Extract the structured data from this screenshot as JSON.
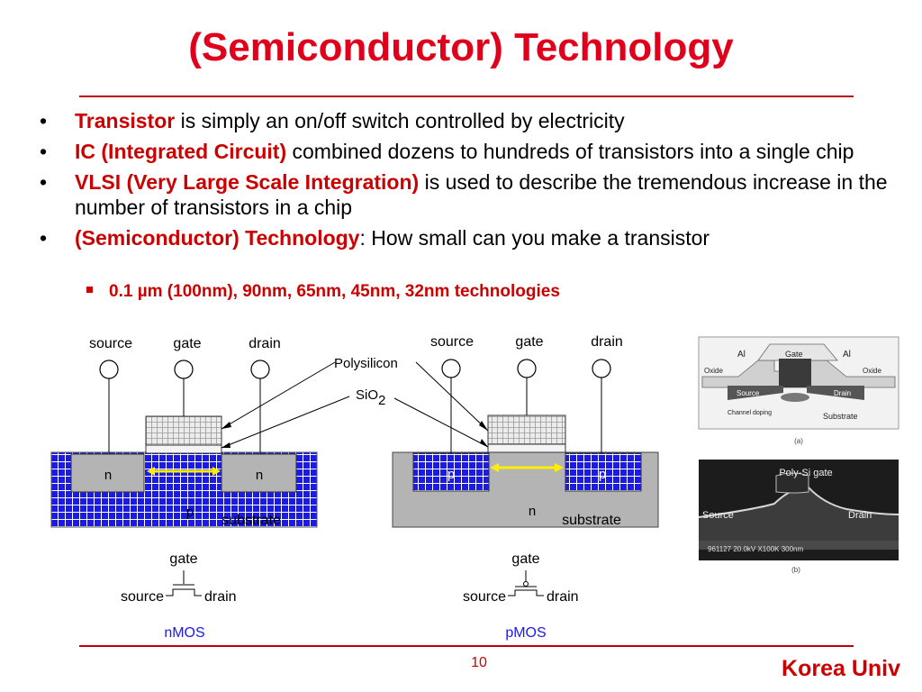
{
  "slide": {
    "title": "(Semiconductor) Technology",
    "page_number": "10",
    "brand": "Korea Univ"
  },
  "bullets": [
    {
      "highlight": "Transistor",
      "rest": " is simply an on/off switch controlled by electricity"
    },
    {
      "highlight": "IC (Integrated Circuit)",
      "rest": " combined dozens to hundreds of transistors into a single chip"
    },
    {
      "highlight": "VLSI (Very Large Scale Integration)",
      "rest": " is used to describe the tremendous increase in the number of transistors in a chip"
    },
    {
      "highlight": "(Semiconductor) Technology",
      "rest": ": How small can you make a transistor"
    }
  ],
  "sub_bullet": "0.1 µm (100nm), 90nm, 65nm, 45nm, 32nm technologies",
  "nmos": {
    "source": "source",
    "gate": "gate",
    "drain": "drain",
    "n_left": "n",
    "n_right": "n",
    "body": "p",
    "substrate": "substrate",
    "sym_gate": "gate",
    "sym_source": "source",
    "sym_drain": "drain",
    "caption": "nMOS"
  },
  "pmos": {
    "source": "source",
    "gate": "gate",
    "drain": "drain",
    "p_left": "p",
    "p_right": "p",
    "body": "n",
    "substrate": "substrate",
    "sym_gate": "gate",
    "sym_source": "source",
    "sym_drain": "drain",
    "caption": "pMOS"
  },
  "annotations": {
    "polysilicon": "Polysilicon",
    "sio2_base": "SiO",
    "sio2_sub": "2"
  },
  "photo_a": {
    "al_left": "Al",
    "gate": "Gate",
    "al_right": "Al",
    "oxide_left": "Oxide",
    "oxide_right": "Oxide",
    "source": "Source",
    "drain": "Drain",
    "channel": "Channel doping",
    "substrate": "Substrate",
    "label": "(a)"
  },
  "photo_b": {
    "gate": "Poly-Si gate",
    "source": "Source",
    "drain": "Drain",
    "readout": "961127 20.0kV X100K 300nm",
    "label": "(b)"
  },
  "colors": {
    "accent": "#cc0000",
    "title": "#e0001b",
    "blue": "#1a1aee",
    "gray": "#b4b4b4",
    "arrow": "#ffee00"
  }
}
